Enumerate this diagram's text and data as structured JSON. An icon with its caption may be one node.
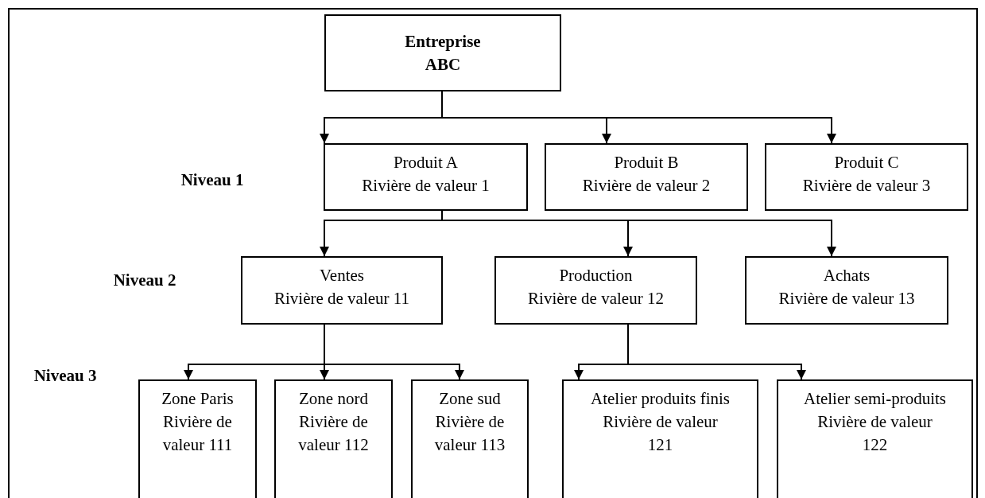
{
  "diagram": {
    "nodes": [
      {
        "text": [
          "Entreprise ABC"
        ]
      },
      {
        "text": [
          "Produit A",
          "Rivière de valeur 1"
        ]
      },
      {
        "text": [
          "Produit B",
          "Rivière de valeur 2"
        ]
      },
      {
        "text": [
          "Produit C",
          "Rivière de valeur 3"
        ]
      },
      {
        "text": [
          "Ventes",
          "Rivière de valeur 11"
        ]
      },
      {
        "text": [
          "Production",
          "Rivière de valeur 12"
        ]
      },
      {
        "text": [
          "Achats",
          "Rivière de valeur 13"
        ]
      },
      {
        "text": [
          "Zone Paris",
          "Rivière de valeur 111"
        ]
      },
      {
        "text": [
          "Zone nord",
          "Rivière de valeur 112"
        ]
      },
      {
        "text": [
          "Zone sud",
          "Rivière de valeur 113"
        ]
      },
      {
        "text": [
          "Atelier produits finis",
          "Rivière de valeur 121"
        ]
      },
      {
        "text": [
          "Atelier semi-produits",
          "Rivière de valeur 122"
        ]
      }
    ],
    "edges": [
      {
        "from": 0,
        "to": 1,
        "arrow": "to"
      },
      {
        "from": 0,
        "to": 2,
        "arrow": "to"
      },
      {
        "from": 0,
        "to": 3,
        "arrow": "to"
      },
      {
        "from": 1,
        "to": 4,
        "arrow": "to"
      },
      {
        "from": 1,
        "to": 5,
        "arrow": "to"
      },
      {
        "from": 1,
        "to": 6,
        "arrow": "to"
      },
      {
        "from": 4,
        "to": 7,
        "arrow": "to"
      },
      {
        "from": 4,
        "to": 8,
        "arrow": "to"
      },
      {
        "from": 4,
        "to": 9,
        "arrow": "to"
      },
      {
        "from": 5,
        "to": 10,
        "arrow": "to"
      },
      {
        "from": 5,
        "to": 11,
        "arrow": "to"
      }
    ],
    "labels": [
      "Niveau 1",
      "Niveau 2",
      "Niveau 3"
    ]
  }
}
